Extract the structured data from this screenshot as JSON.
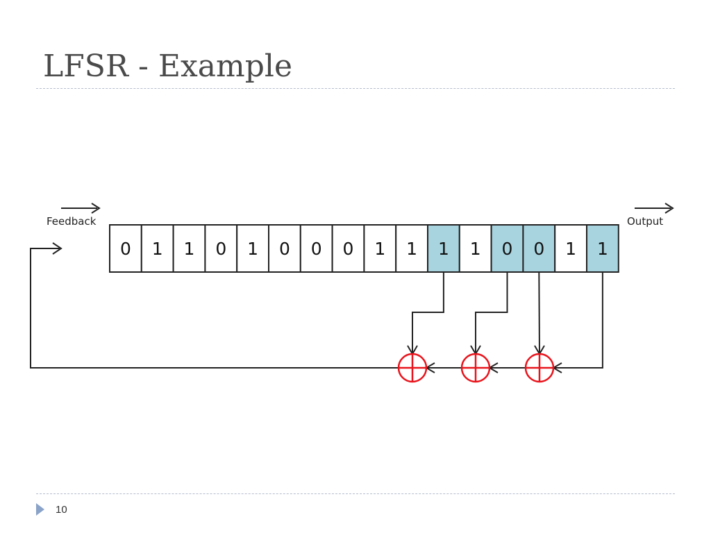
{
  "slide": {
    "title": "LFSR - Example",
    "page_number": "10"
  },
  "diagram": {
    "feedback_label": "Feedback",
    "output_label": "Output",
    "bits": [
      "0",
      "1",
      "1",
      "0",
      "1",
      "0",
      "0",
      "0",
      "1",
      "1",
      "1",
      "1",
      "0",
      "0",
      "1",
      "1"
    ],
    "tap_indices": [
      10,
      12,
      13,
      15
    ],
    "colors": {
      "tap_fill": "#a8d4e0",
      "cell_fill": "#ffffff",
      "line": "#222222",
      "xor_stroke": "#e8141c"
    }
  }
}
